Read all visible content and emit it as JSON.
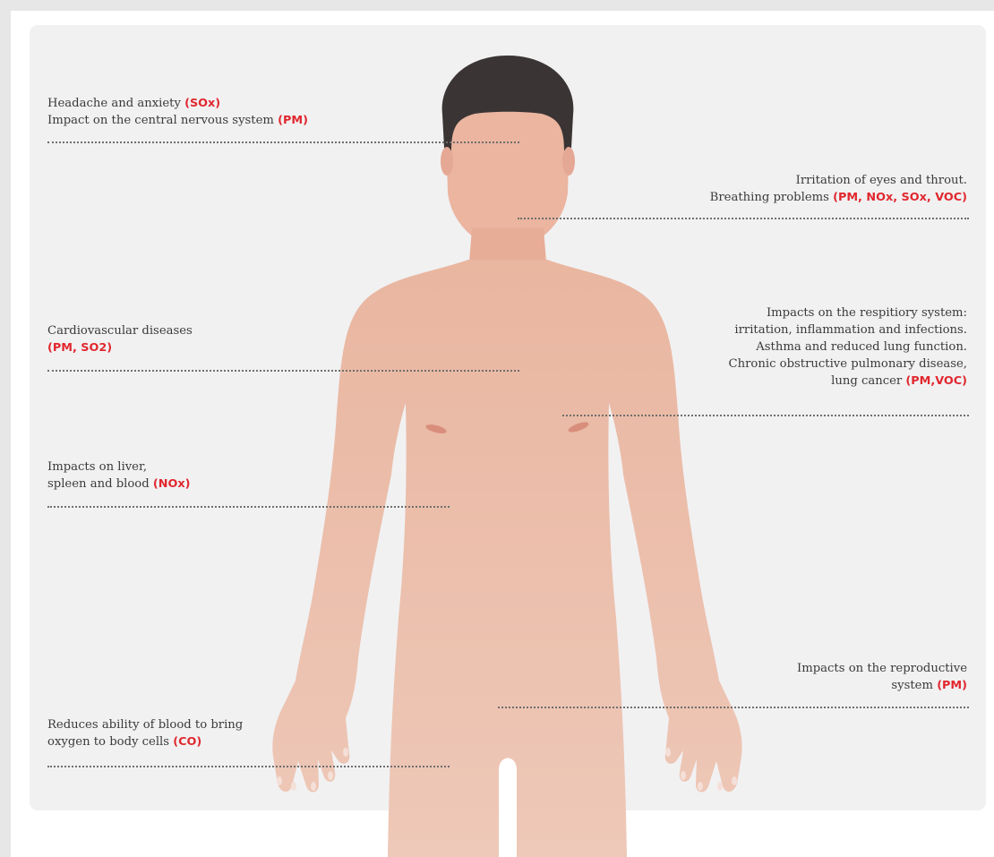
{
  "annotations": [
    {
      "id": "head",
      "lines": [
        {
          "text": "Headache and anxiety ",
          "tag": "(SOx)"
        },
        {
          "text": "Impact on the central nervous system ",
          "tag": "(PM)"
        }
      ]
    },
    {
      "id": "eyes",
      "lines": [
        {
          "text": "Irritation of eyes and throut.",
          "tag": ""
        },
        {
          "text": "Breathing problems ",
          "tag": "(PM, NOx, SOx, VOC)"
        }
      ]
    },
    {
      "id": "cardio",
      "lines": [
        {
          "text": "Cardiovascular diseases",
          "tag": ""
        },
        {
          "text": "",
          "tag": "(PM, SO2)"
        }
      ]
    },
    {
      "id": "respiratory",
      "lines": [
        {
          "text": "Impacts on the respitiory system:",
          "tag": ""
        },
        {
          "text": "irritation, inflammation and infections.",
          "tag": ""
        },
        {
          "text": "Asthma and reduced lung function.",
          "tag": ""
        },
        {
          "text": "Chronic obstructive pulmonary disease,",
          "tag": ""
        },
        {
          "text": "lung cancer ",
          "tag": "(PM,VOC)"
        }
      ]
    },
    {
      "id": "liver",
      "lines": [
        {
          "text": "Impacts on liver,",
          "tag": ""
        },
        {
          "text": "spleen and blood ",
          "tag": "(NOx)"
        }
      ]
    },
    {
      "id": "reproductive",
      "lines": [
        {
          "text": "Impacts on the reproductive",
          "tag": ""
        },
        {
          "text": "system ",
          "tag": "(PM)"
        }
      ]
    },
    {
      "id": "blood",
      "lines": [
        {
          "text": "Reduces ability of blood to bring",
          "tag": ""
        },
        {
          "text": "oxygen to body cells ",
          "tag": "(CO)"
        }
      ]
    }
  ],
  "colors": {
    "accent": "#e1272e",
    "skin": "#ecc0ad",
    "hair": "#3a3534",
    "card": "#f1f1f2"
  }
}
